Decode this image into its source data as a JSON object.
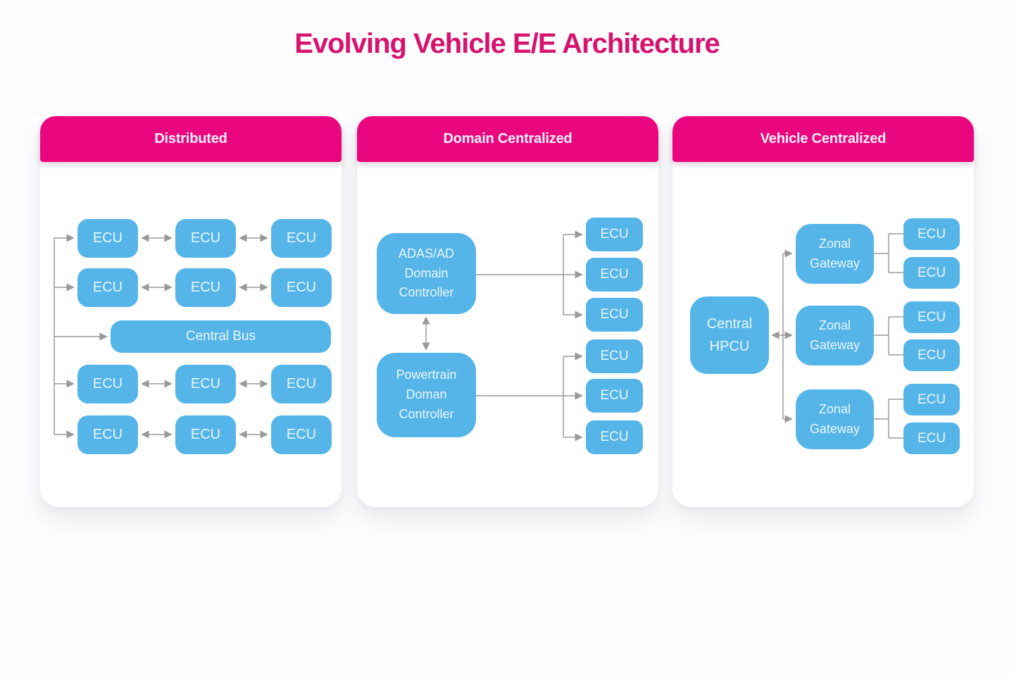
{
  "title": "Evolving Vehicle E/E Architecture",
  "colors": {
    "title_magenta": "#d6136f",
    "header_magenta": "#e9067e",
    "node_blue": "#55b5e8",
    "connector_gray": "#9a9a9a",
    "panel_bg": "#ffffff",
    "page_bg": "#fdfdfe"
  },
  "panels": {
    "distributed": {
      "header": "Distributed",
      "ecu": "ECU",
      "central_bus": "Central Bus"
    },
    "domain": {
      "header": "Domain Centralized",
      "adas_controller": "ADAS/AD Domain Controller",
      "powertrain_controller": "Powertrain Doman Controller",
      "ecu": "ECU"
    },
    "vehicle": {
      "header": "Vehicle Centralized",
      "central_hpcu": "Central HPCU",
      "zonal_gateway": "Zonal Gateway",
      "ecu": "ECU"
    }
  }
}
